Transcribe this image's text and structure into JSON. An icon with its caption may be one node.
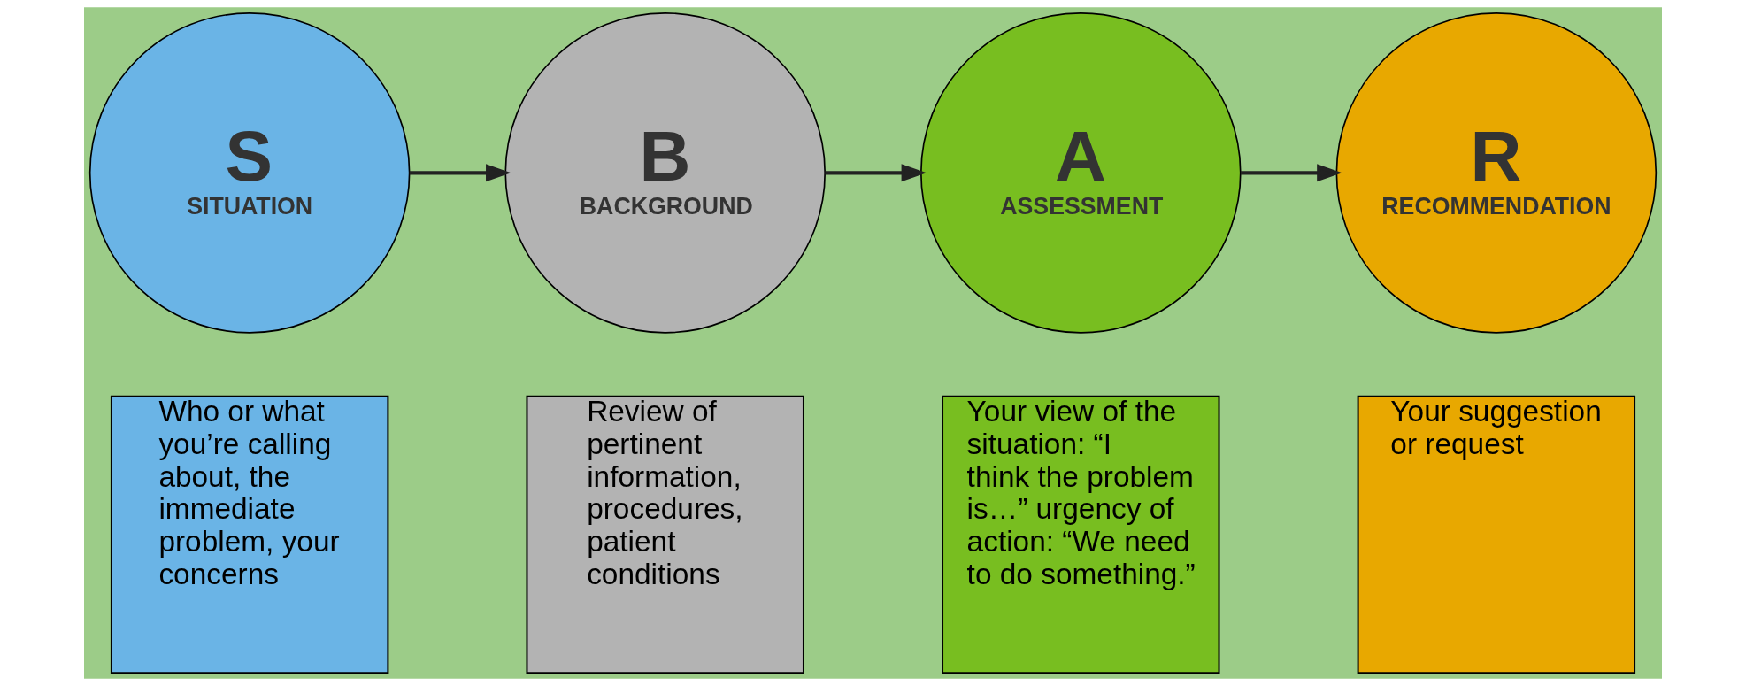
{
  "diagram": {
    "nodes": [
      {
        "text": [
          "S",
          "SITUATION"
        ]
      },
      {
        "text": [
          "B",
          "BACKGROUND"
        ]
      },
      {
        "text": [
          "A",
          "ASSESSMENT"
        ]
      },
      {
        "text": [
          "R",
          "RECOMMENDATION"
        ]
      },
      {
        "text": [
          "Who or what you’re calling about, the immediate problem, your concerns"
        ]
      },
      {
        "text": [
          "Review of pertinent information, procedures, patient conditions"
        ]
      },
      {
        "text": [
          "Your view of the situation: “I think the problem is…” urgency of action: “We need to do something.”"
        ]
      },
      {
        "text": [
          "Your suggestion or request"
        ]
      }
    ],
    "edges": [
      {
        "from": 0,
        "to": 1,
        "arrow": "to"
      },
      {
        "from": 1,
        "to": 2,
        "arrow": "to"
      },
      {
        "from": 2,
        "to": 3,
        "arrow": "to"
      }
    ]
  }
}
